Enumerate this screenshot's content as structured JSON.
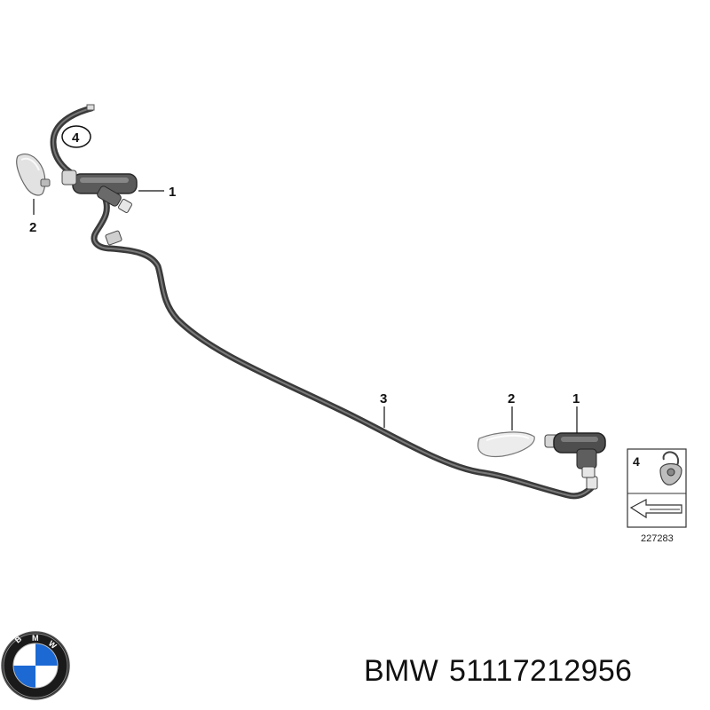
{
  "diagram": {
    "callouts": {
      "left_nozzle": "1",
      "left_cap": "2",
      "hose": "3",
      "left_clip": "4",
      "right_cap": "2",
      "right_nozzle": "1"
    },
    "legend": {
      "item_number": "4",
      "diagram_code": "227283"
    }
  },
  "caption": {
    "brand": "BMW",
    "part_number": "51117212956"
  },
  "logo": {
    "letters": "BMW",
    "colors": {
      "blue": "#1c69d4",
      "white": "#ffffff",
      "ring": "#111111"
    }
  }
}
